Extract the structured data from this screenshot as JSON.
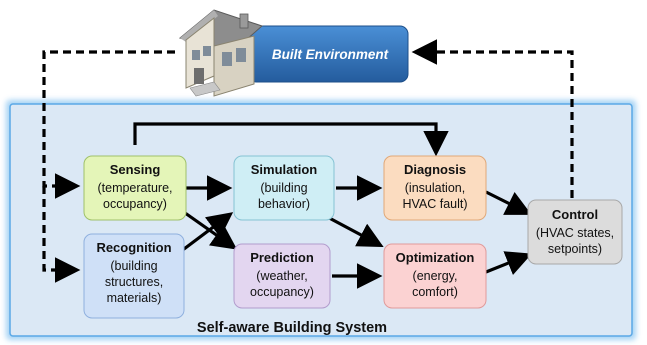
{
  "built_environment": {
    "label": "Built Environment"
  },
  "system": {
    "label": "Self-aware Building System"
  },
  "nodes": {
    "sensing": {
      "title": "Sensing",
      "lines": [
        "(temperature,",
        "occupancy)"
      ]
    },
    "recognition": {
      "title": "Recognition",
      "lines": [
        "(building",
        "structures,",
        "materials)"
      ]
    },
    "simulation": {
      "title": "Simulation",
      "lines": [
        "(building",
        "behavior)"
      ]
    },
    "prediction": {
      "title": "Prediction",
      "lines": [
        "(weather,",
        "occupancy)"
      ]
    },
    "diagnosis": {
      "title": "Diagnosis",
      "lines": [
        "(insulation,",
        "HVAC fault)"
      ]
    },
    "optimization": {
      "title": "Optimization",
      "lines": [
        "(energy,",
        "comfort)"
      ]
    },
    "control": {
      "title": "Control",
      "lines": [
        "(HVAC states,",
        "setpoints)"
      ]
    }
  },
  "colors": {
    "system_border": "#5aa8e6",
    "system_fill": "#dbe8f5",
    "env_box": "#2e6fb8",
    "sensing": "#e4f5b8",
    "recognition": "#cfe0f7",
    "simulation": "#cfeef5",
    "prediction": "#e3d6f0",
    "diagnosis": "#fbdcc0",
    "optimization": "#fbd2d2",
    "control": "#dcdcdc"
  }
}
